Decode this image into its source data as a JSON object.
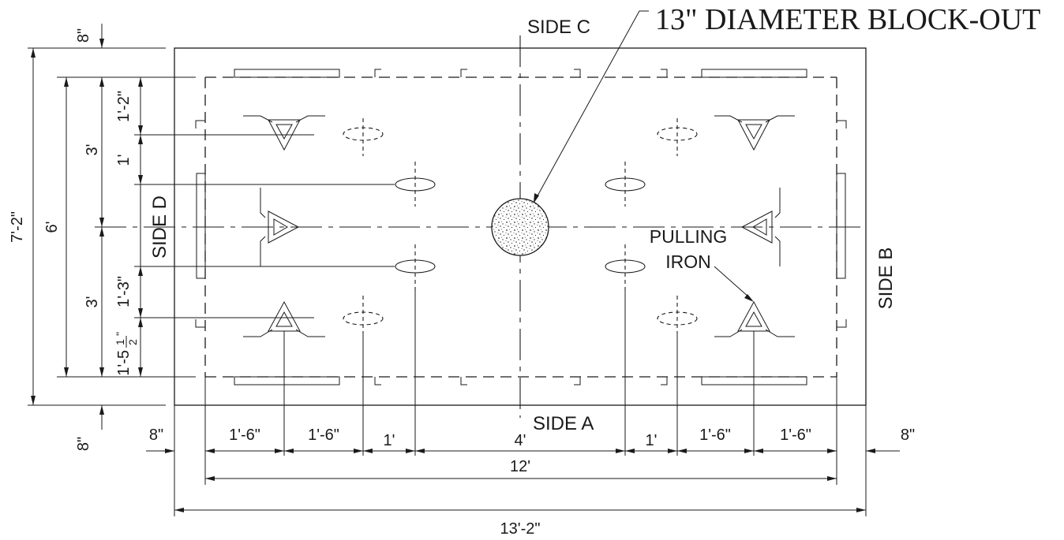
{
  "labels": {
    "side_a": "SIDE A",
    "side_b": "SIDE B",
    "side_c": "SIDE C",
    "side_d": "SIDE D",
    "blockout": "13\" DIAMETER BLOCK-OUT",
    "pulling_iron_1": "PULLING",
    "pulling_iron_2": "IRON"
  },
  "dimensions": {
    "top_8": "8\"",
    "bottom_8": "8\"",
    "left_8": "8\"",
    "right_8": "8\"",
    "overall_height": "7'-2\"",
    "inner_height": "6'",
    "upper_3": "3'",
    "lower_3": "3'",
    "d_1_2": "1'-2\"",
    "d_1": "1'",
    "d_1_3": "1'-3\"",
    "d_1_5_base": "1'-5",
    "d_1_5_num": "1",
    "d_1_5_den": "2",
    "d_1_5_inch": "\"",
    "h_1_6_a": "1'-6\"",
    "h_1_6_b": "1'-6\"",
    "h_1_a": "1'",
    "h_4": "4'",
    "h_1_b": "1'",
    "h_1_6_c": "1'-6\"",
    "h_1_6_d": "1'-6\"",
    "inner_width": "12'",
    "overall_width": "13'-2\""
  }
}
